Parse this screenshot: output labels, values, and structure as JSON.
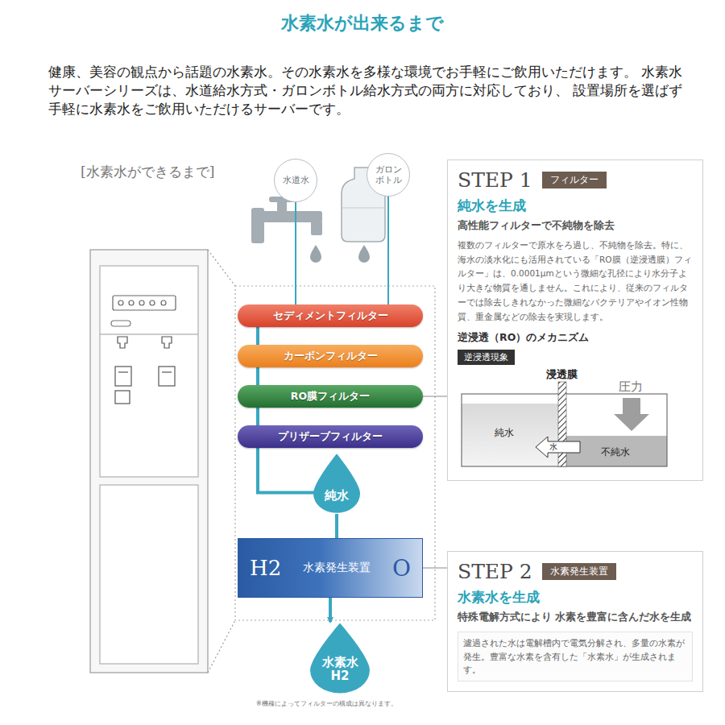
{
  "diagram": {
    "title": "水素水が出来るまで",
    "nodes": [
      {
        "text": [
          "水道水"
        ]
      },
      {
        "text": [
          "ガロンボトル"
        ]
      },
      {
        "text": [
          "セディメントフィルター"
        ]
      },
      {
        "text": [
          "カーボンフィルター"
        ]
      },
      {
        "text": [
          "RO膜フィルター"
        ]
      },
      {
        "text": [
          "プリザーブフィルター"
        ]
      },
      {
        "text": [
          "純水"
        ]
      },
      {
        "text": [
          "H2",
          "水素発生装置",
          "O"
        ]
      },
      {
        "text": [
          "水素水",
          "H2"
        ]
      },
      {
        "text": [
          "STEP 1",
          "フィルター",
          "純水を生成",
          "高性能フィルターで不純物を除去",
          "複数のフィルターで原水をろ過し、不純物を除去。特に、海水の淡水化にも活用されている「RO膜（逆浸透膜）フィルター」は、0.0001μmという微細な孔径により水分子より大きな物質を通しません。これにより、従来のフィルターでは除去しきれなかった微細なバクテリアやイオン性物質、重金属などの除去を実現します。",
          "逆浸透（RO）のメカニズム"
        ]
      },
      {
        "text": [
          "逆浸透現象"
        ],
        "in": 9
      },
      {
        "text": [
          "STEP 2",
          "水素発生装置",
          "水素水を生成",
          "特殊電解方式により 水素を豊富に含んだ水を生成",
          "濾過された水は電解槽内で電気分解され、多量の水素が発生。豊富な水素を含有した「水素水」が生成されます。"
        ]
      }
    ],
    "edges": [
      {
        "from": 0,
        "to": 2,
        "arrow": "none"
      },
      {
        "from": 1,
        "to": 2,
        "arrow": "none"
      },
      {
        "from": 2,
        "to": 3,
        "arrow": "none"
      },
      {
        "from": 3,
        "to": 4,
        "arrow": "none"
      },
      {
        "from": 4,
        "to": 5,
        "arrow": "none"
      },
      {
        "from": 5,
        "to": 6,
        "arrow": "none"
      },
      {
        "from": 6,
        "to": 7,
        "arrow": "none"
      },
      {
        "from": 7,
        "to": 8,
        "arrow": "to"
      },
      {
        "from": 4,
        "to": 9,
        "arrow": "none"
      },
      {
        "from": 7,
        "to": 11,
        "arrow": "none"
      }
    ],
    "labels": [
      "健康、美容の観点から話題の水素水。その水素水を多様な環境でお手軽にご飲用いただけます。 水素水サーバーシリーズは、水道給水方式・ガロンボトル給水方式の両方に対応しており、 設置場所を選ばず手軽に水素水をご飲用いただけるサーバーです。",
      "[水素水ができるまで]",
      "※機種によってフィルターの構成は異なります。",
      "浸透膜",
      "圧力",
      "純水",
      "不純水",
      "水"
    ]
  }
}
